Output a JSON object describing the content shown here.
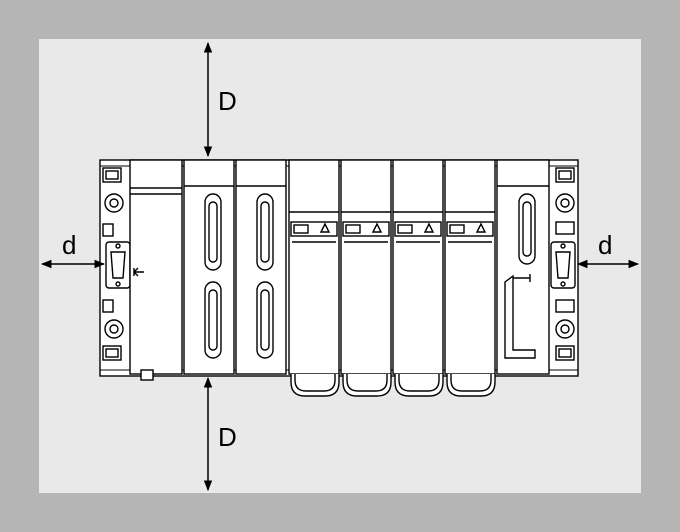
{
  "labels": {
    "top_clearance": "D",
    "bottom_clearance": "D",
    "left_clearance": "d",
    "right_clearance": "d"
  },
  "colors": {
    "outer_border": "#b5b5b5",
    "panel_background": "#e9e9e9",
    "line": "#000000"
  },
  "icons": {
    "dimension_arrow": "double-headed-arrow",
    "connector": "db-sub-d-connector",
    "mounting_hole": "screw-hole"
  }
}
